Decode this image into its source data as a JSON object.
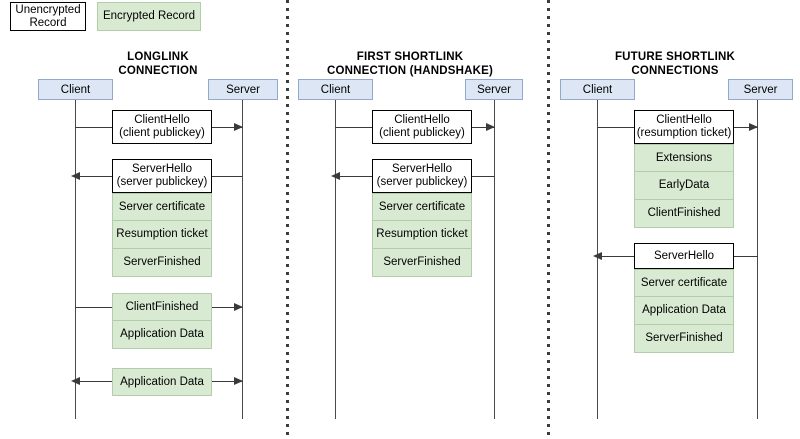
{
  "legend": {
    "unencrypted_label": "Unencrypted\nRecord",
    "encrypted_label": "Encrypted Record",
    "unencrypted_color": "#ffffff",
    "encrypted_color": "#d9ead3"
  },
  "colors": {
    "actor_fill": "#dce6f4",
    "actor_border": "#93a9cc",
    "encrypted_fill": "#d9ead3",
    "encrypted_border": "#b3ccaa",
    "unencrypted_fill": "#ffffff",
    "line": "#3a3a3a"
  },
  "columns": [
    {
      "id": "longlink",
      "title": "LONGLINK\nCONNECTION",
      "client_label": "Client",
      "server_label": "Server",
      "messages": [
        {
          "direction": "client-to-server",
          "records": [
            {
              "label": "ClientHello\n(client publickey)",
              "encrypted": false
            }
          ]
        },
        {
          "direction": "server-to-client",
          "records": [
            {
              "label": "ServerHello\n(server publickey)",
              "encrypted": false
            },
            {
              "label": "Server certificate",
              "encrypted": true
            },
            {
              "label": "Resumption ticket",
              "encrypted": true
            },
            {
              "label": "ServerFinished",
              "encrypted": true
            }
          ]
        },
        {
          "direction": "client-to-server",
          "records": [
            {
              "label": "ClientFinished",
              "encrypted": true
            },
            {
              "label": "Application Data",
              "encrypted": true
            }
          ]
        },
        {
          "direction": "bidirectional",
          "records": [
            {
              "label": "Application Data",
              "encrypted": true
            }
          ]
        }
      ]
    },
    {
      "id": "first-shortlink",
      "title": "FIRST SHORTLINK\nCONNECTION (HANDSHAKE)",
      "client_label": "Client",
      "server_label": "Server",
      "messages": [
        {
          "direction": "client-to-server",
          "records": [
            {
              "label": "ClientHello\n(client publickey)",
              "encrypted": false
            }
          ]
        },
        {
          "direction": "server-to-client",
          "records": [
            {
              "label": "ServerHello\n(server publickey)",
              "encrypted": false
            },
            {
              "label": "Server certificate",
              "encrypted": true
            },
            {
              "label": "Resumption ticket",
              "encrypted": true
            },
            {
              "label": "ServerFinished",
              "encrypted": true
            }
          ]
        }
      ]
    },
    {
      "id": "future-shortlink",
      "title": "FUTURE SHORTLINK\nCONNECTIONS",
      "client_label": "Client",
      "server_label": "Server",
      "messages": [
        {
          "direction": "client-to-server",
          "records": [
            {
              "label": "ClientHello\n(resumption ticket)",
              "encrypted": false
            },
            {
              "label": "Extensions",
              "encrypted": true
            },
            {
              "label": "EarlyData",
              "encrypted": true
            },
            {
              "label": "ClientFinished",
              "encrypted": true
            }
          ]
        },
        {
          "direction": "server-to-client",
          "records": [
            {
              "label": "ServerHello",
              "encrypted": false
            },
            {
              "label": "Server certificate",
              "encrypted": true
            },
            {
              "label": "Application Data",
              "encrypted": true
            },
            {
              "label": "ServerFinished",
              "encrypted": true
            }
          ]
        }
      ]
    }
  ]
}
